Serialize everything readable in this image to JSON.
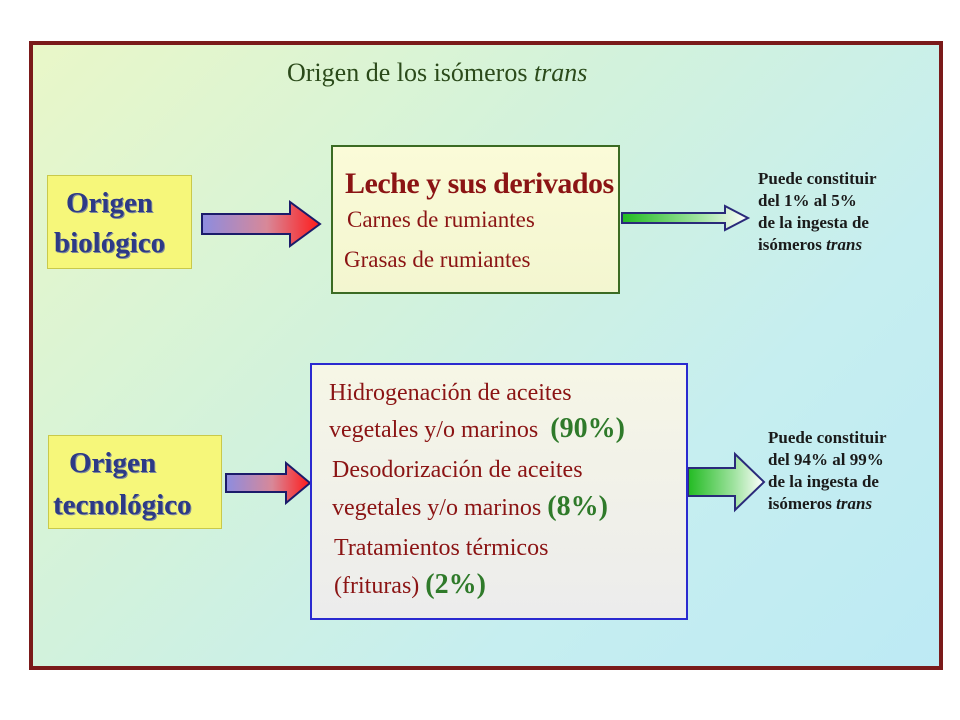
{
  "title": {
    "main": "Origen de los isómeros",
    "italic": "trans"
  },
  "bio": {
    "label_line1": "Origen",
    "label_line2": "biológico",
    "items": [
      "Leche y sus derivados",
      "Carnes de rumiantes",
      "Grasas de rumiantes"
    ],
    "note_lines": [
      "Puede constituir",
      "del 1% al 5%",
      "de la ingesta de",
      "isómeros"
    ],
    "note_italic": "trans"
  },
  "tec": {
    "label_line1": "Origen",
    "label_line2": "tecnológico",
    "items": [
      {
        "line1": "Hidrogenación de aceites",
        "line2": "vegetales y/o marinos",
        "pct": "(90%)"
      },
      {
        "line1": "Desodorización de aceites",
        "line2": "vegetales y/o marinos",
        "pct": "(8%)"
      },
      {
        "line1": "Tratamientos térmicos",
        "line2": "(frituras)",
        "pct": "(2%)"
      }
    ],
    "note_lines": [
      "Puede constituir",
      "del 94% al 99%",
      "de la ingesta de",
      "isómeros"
    ],
    "note_italic": "trans"
  },
  "colors": {
    "frame": "#7a1a1a",
    "label_yellow": "#f6f77a",
    "dark_red_text": "#8b1414",
    "green_pct": "#2f7a2a",
    "blue_border": "#2a2ad0",
    "green_border": "#3b6b23"
  }
}
